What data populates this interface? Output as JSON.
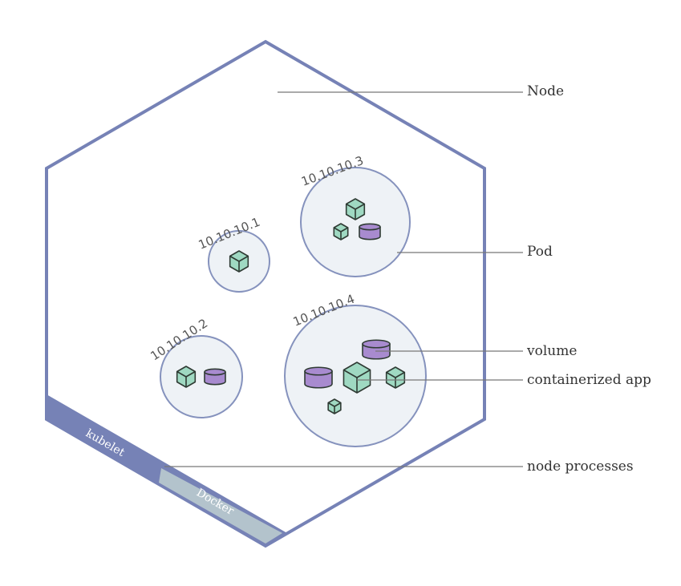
{
  "colors": {
    "node_stroke": "#7682b6",
    "pod_fill": "#eef2f6",
    "pod_stroke": "#8592bd",
    "container_fill": "#9fd9c2",
    "volume_fill": "#a88bcf",
    "icon_stroke": "#2f3b34",
    "kubelet_fill": "#7682b6",
    "docker_fill": "#b3c3cc",
    "leader_line": "#777777"
  },
  "labels": {
    "node": "Node",
    "pod": "Pod",
    "volume": "volume",
    "containerized_app": "containerized app",
    "node_processes": "node processes"
  },
  "node_processes": {
    "kubelet": "kubelet",
    "docker": "Docker"
  },
  "pods": [
    {
      "ip": "10.10.10.1",
      "containers": 1,
      "volumes": 0
    },
    {
      "ip": "10.10.10.2",
      "containers": 1,
      "volumes": 1
    },
    {
      "ip": "10.10.10.3",
      "containers": 2,
      "volumes": 1
    },
    {
      "ip": "10.10.10.4",
      "containers": 3,
      "volumes": 2
    }
  ]
}
